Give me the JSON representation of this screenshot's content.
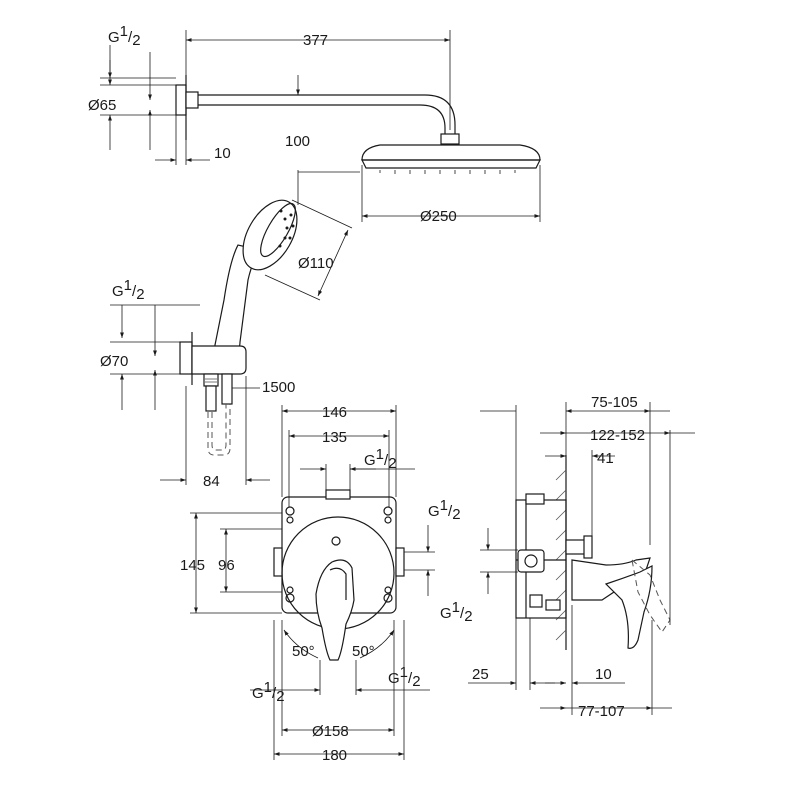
{
  "labels": {
    "g12": "G",
    "g12_num": "1",
    "g12_den": "2",
    "d65": "Ø65",
    "w377": "377",
    "w10_top": "10",
    "h100": "100",
    "d250": "Ø250",
    "d110": "Ø110",
    "d70": "Ø70",
    "l1500": "1500",
    "w84": "84",
    "w146": "146",
    "w135": "135",
    "h145": "145",
    "h96": "96",
    "a50_left": "50°",
    "a50_right": "50°",
    "d158": "Ø158",
    "w180": "180",
    "d75_105": "75-105",
    "d122_152": "122-152",
    "d41": "41",
    "d25": "25",
    "d10_side": "10",
    "d77_107": "77-107"
  },
  "colors": {
    "line": "#1a1a1a",
    "background": "#ffffff"
  }
}
